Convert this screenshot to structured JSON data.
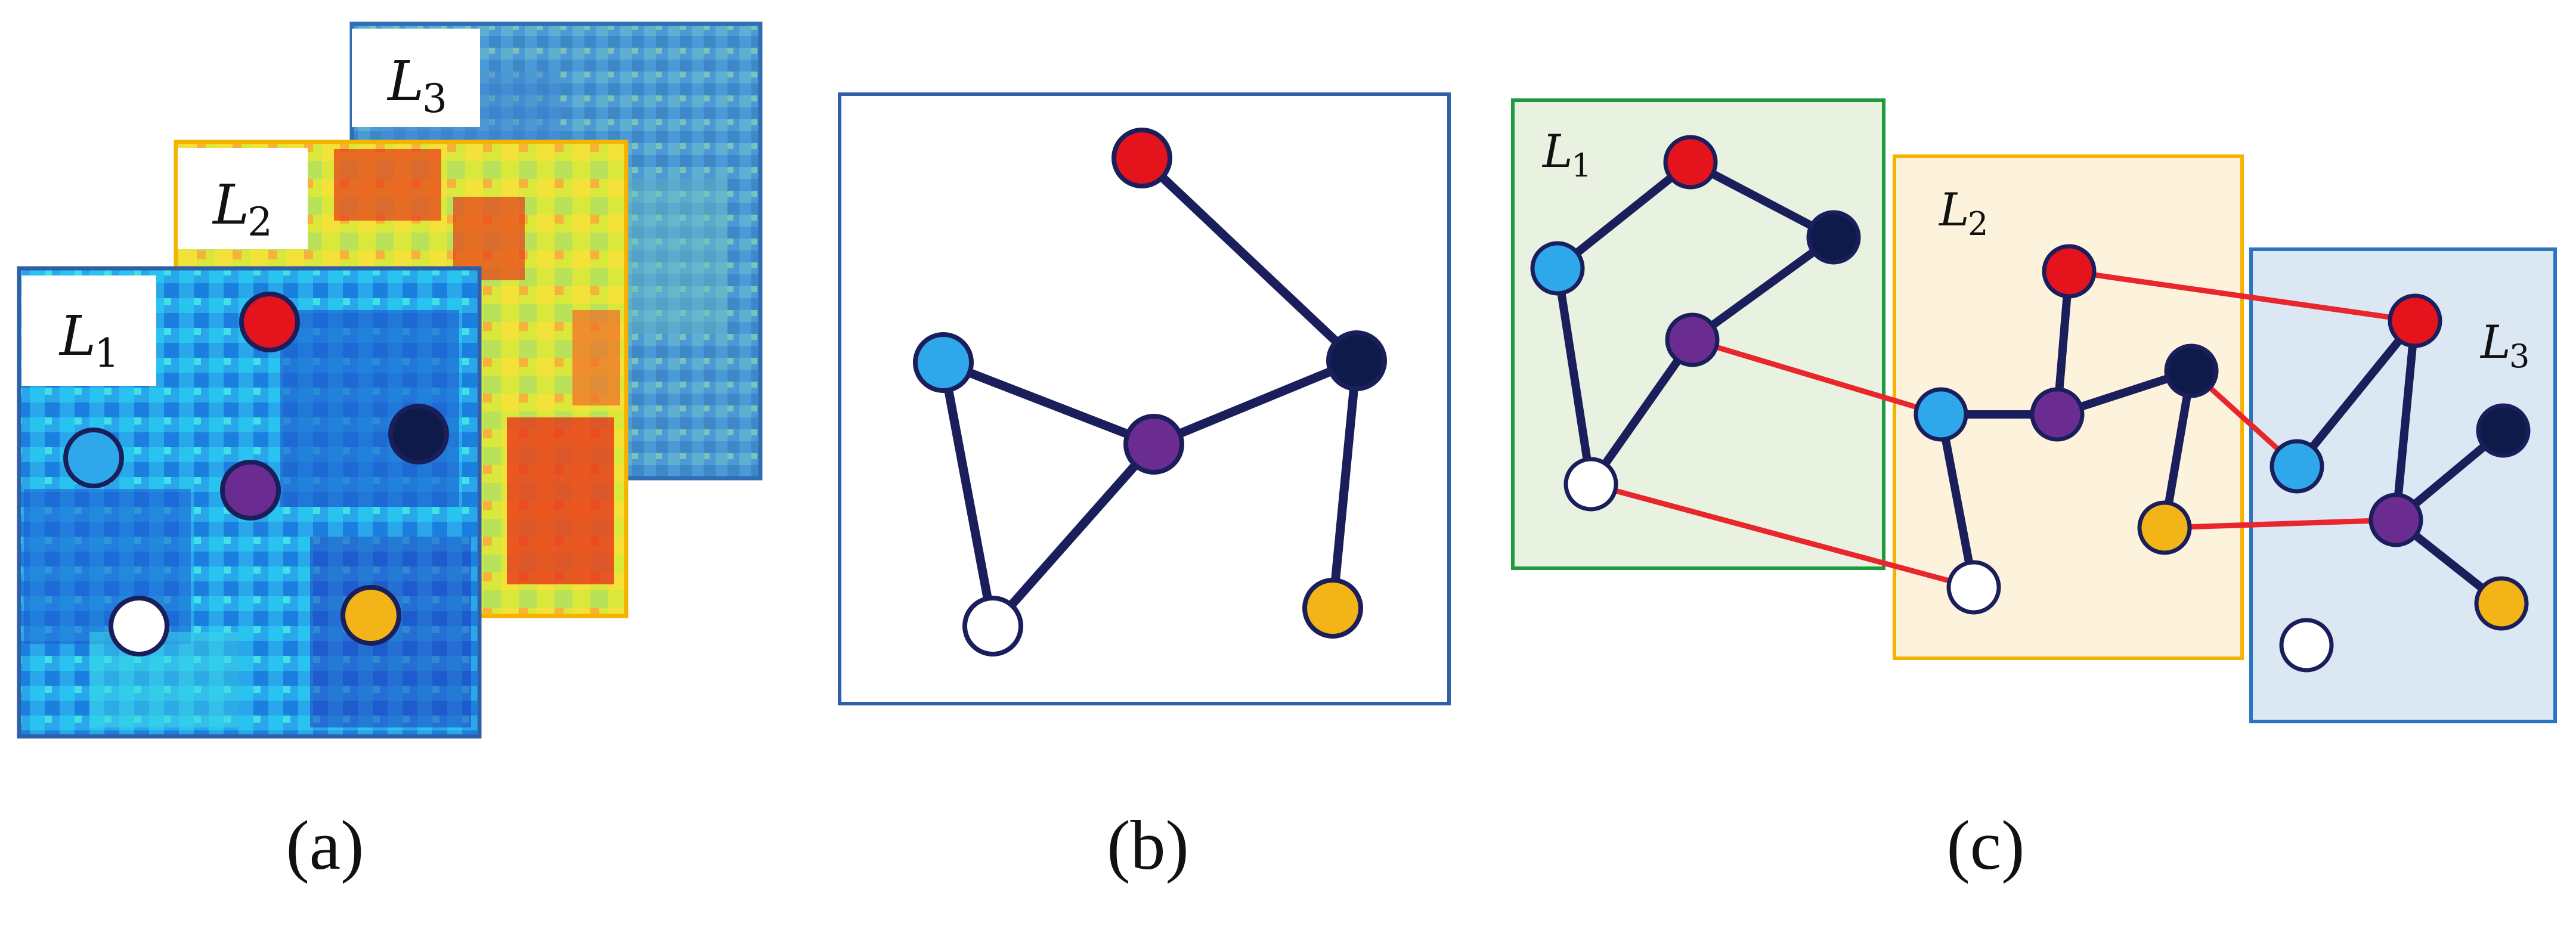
{
  "layers": [
    {
      "id": "L1",
      "letter": "L",
      "sub": "1"
    },
    {
      "id": "L2",
      "letter": "L",
      "sub": "2"
    },
    {
      "id": "L3",
      "letter": "L",
      "sub": "3"
    }
  ],
  "captions": {
    "a": "(a)",
    "b": "(b)",
    "c": "(c)"
  },
  "colors": {
    "edge": "#1a1f5c",
    "interlayer_edge": "#e8262b",
    "frame_blue": "#2f5fa8",
    "frame_orange": "#f5b300",
    "frame_green": "#1f9a3c",
    "frame_c3": "#2a74c4",
    "node_red": "#e5131c",
    "node_navy": "#0d1a4a",
    "node_lightblue": "#2ea8ea",
    "node_purple": "#6a2c91",
    "node_white": "#ffffff",
    "node_yellow": "#f3b417",
    "fill_l1": "#e9f1e1",
    "fill_l2": "#fdf3dd",
    "fill_l3": "#dce7f4"
  }
}
